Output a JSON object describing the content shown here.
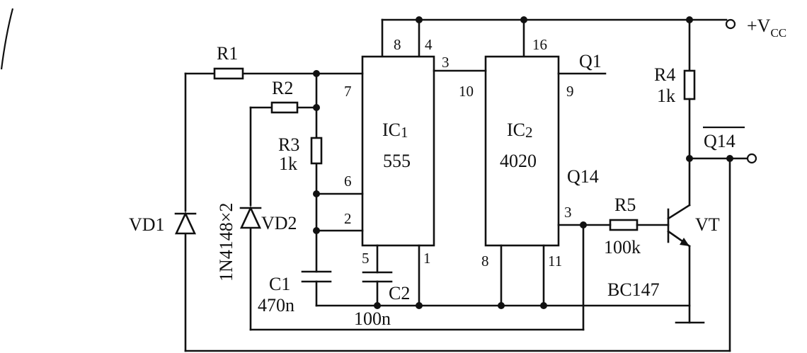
{
  "components": {
    "ic1": {
      "name": "IC",
      "sub": "1",
      "type": "555",
      "pins": {
        "p8": "8",
        "p4": "4",
        "p3": "3",
        "p7": "7",
        "p6": "6",
        "p2": "2",
        "p5": "5",
        "p1": "1"
      }
    },
    "ic2": {
      "name": "IC",
      "sub": "2",
      "type": "4020",
      "pins": {
        "p16": "16",
        "p10": "10",
        "p9": "9",
        "p3": "3",
        "p8": "8",
        "p11": "11"
      }
    },
    "r1": {
      "name": "R1"
    },
    "r2": {
      "name": "R2"
    },
    "r3": {
      "name": "R3",
      "value": "1k"
    },
    "r4": {
      "name": "R4",
      "value": "1k"
    },
    "r5": {
      "name": "R5",
      "value": "100k"
    },
    "c1": {
      "name": "C1",
      "value": "470n"
    },
    "c2": {
      "name": "C2",
      "value": "100n"
    },
    "vd1": {
      "name": "VD1"
    },
    "vd2": {
      "name": "VD2"
    },
    "diode_type": "1N4148×2",
    "vt": {
      "name": "VT",
      "model": "BC147"
    }
  },
  "signals": {
    "vcc": {
      "prefix": "+V",
      "sub": "CC"
    },
    "q1": "Q1",
    "q14": "Q14",
    "q14_bar": "Q14"
  }
}
